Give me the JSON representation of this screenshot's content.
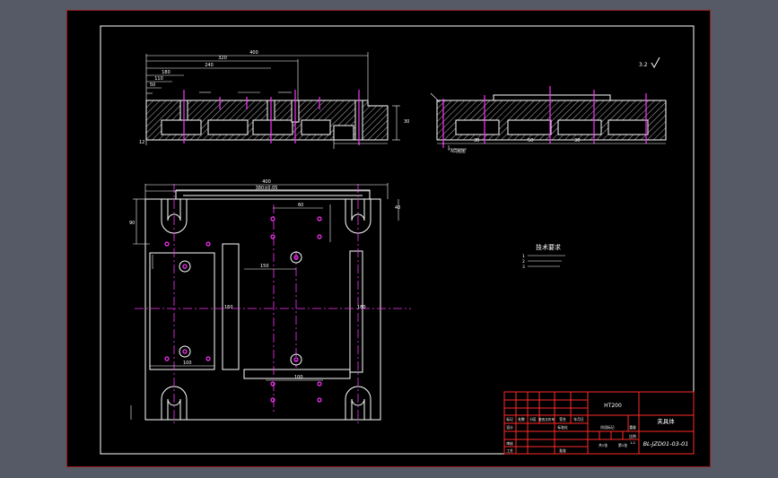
{
  "drawing": {
    "roughness_symbol": "3.2",
    "tech_req_title": "技术要求",
    "tech_req_items": [
      "1",
      "2",
      "3"
    ],
    "dim_top_view": [
      "400",
      "320",
      "240",
      "180",
      "110",
      "50",
      "30",
      "12"
    ],
    "dim_side_view": [
      "30",
      "50",
      "30"
    ],
    "dim_plan_view": [
      "400",
      "380±0.05",
      "40",
      "90",
      "60",
      "100",
      "150",
      "180",
      "100",
      "160"
    ],
    "side_label": "A向视图"
  },
  "title_block": {
    "material": "HT200",
    "part_name": "夹具体",
    "drawing_no": "BL-JZD01-03-01",
    "cells": [
      "标记",
      "处数",
      "分区",
      "更改文件号",
      "签名",
      "年月日",
      "设计",
      "标准化",
      "阶段标记",
      "重量",
      "比例",
      "审核",
      "工艺",
      "批准",
      "共1张",
      "第1张",
      "1:2"
    ]
  }
}
